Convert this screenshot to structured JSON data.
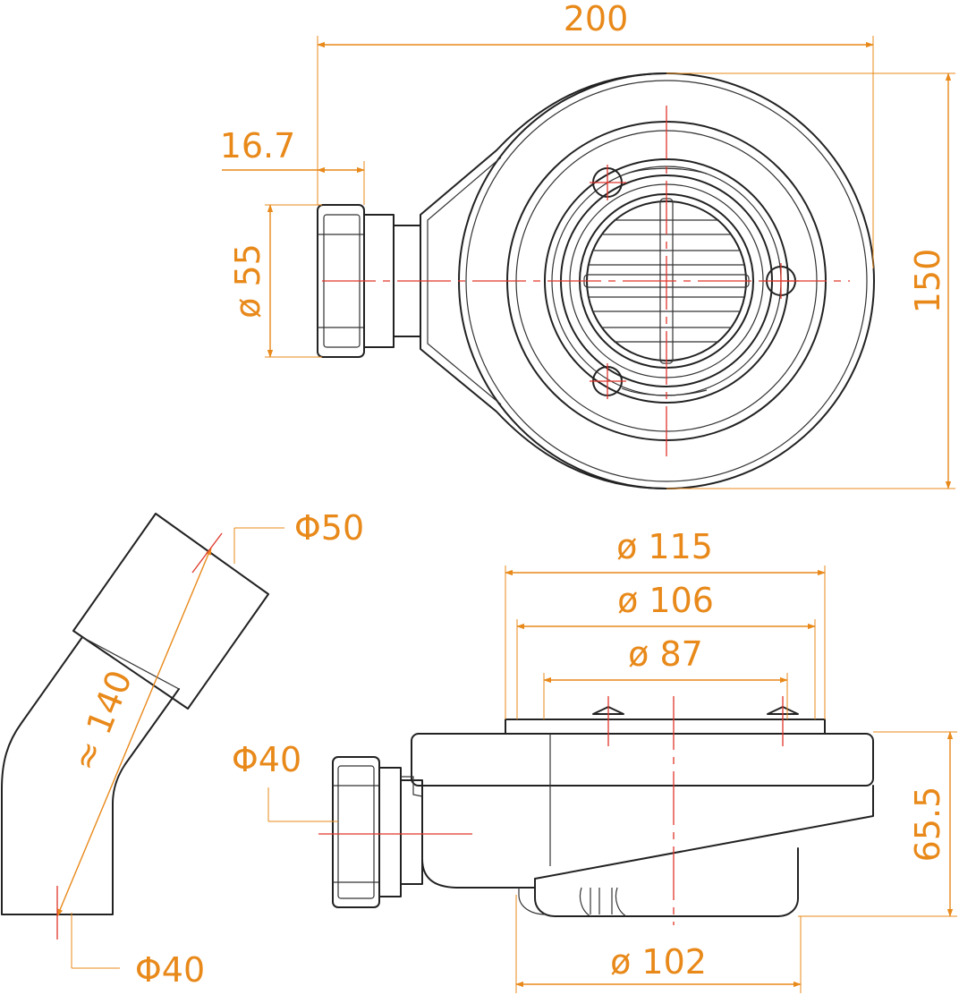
{
  "colors": {
    "dimension": "#E8891A",
    "centerline": "#E0362B",
    "outline": "#222222",
    "background": "#FFFFFF"
  },
  "top_view": {
    "width_label": "200",
    "height_label": "150",
    "outlet_length_label": "16.7",
    "outlet_diameter_label": "ø 55"
  },
  "pipe_view": {
    "length_label": "≈ 140",
    "top_diameter_label": "Φ50",
    "bottom_diameter_label": "Φ40"
  },
  "side_view": {
    "flange_diameter_label": "ø 115",
    "inner_diameter_label": "ø 106",
    "grate_diameter_label": "ø 87",
    "outlet_diameter_label": "Φ40",
    "height_label": "65.5",
    "base_diameter_label": "ø 102"
  }
}
